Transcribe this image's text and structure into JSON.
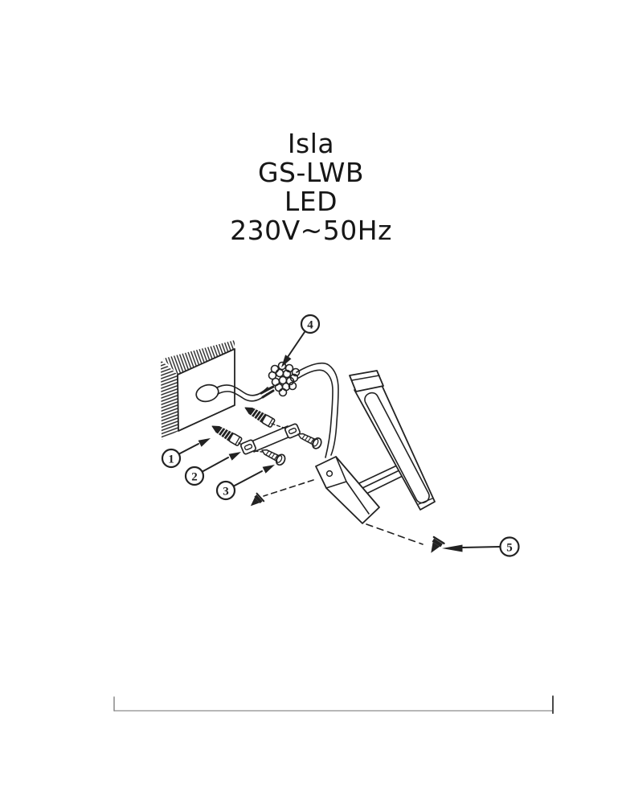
{
  "title": {
    "lines": [
      "Isla",
      "GS-LWB",
      "LED",
      "230V~50Hz"
    ]
  },
  "diagram": {
    "labels": [
      {
        "number": "1"
      },
      {
        "number": "2"
      },
      {
        "number": "3"
      },
      {
        "number": "4"
      },
      {
        "number": "5"
      }
    ]
  },
  "colors": {
    "ink": "#222222",
    "paper": "#ffffff",
    "frame_line": "#8c8c8c"
  }
}
